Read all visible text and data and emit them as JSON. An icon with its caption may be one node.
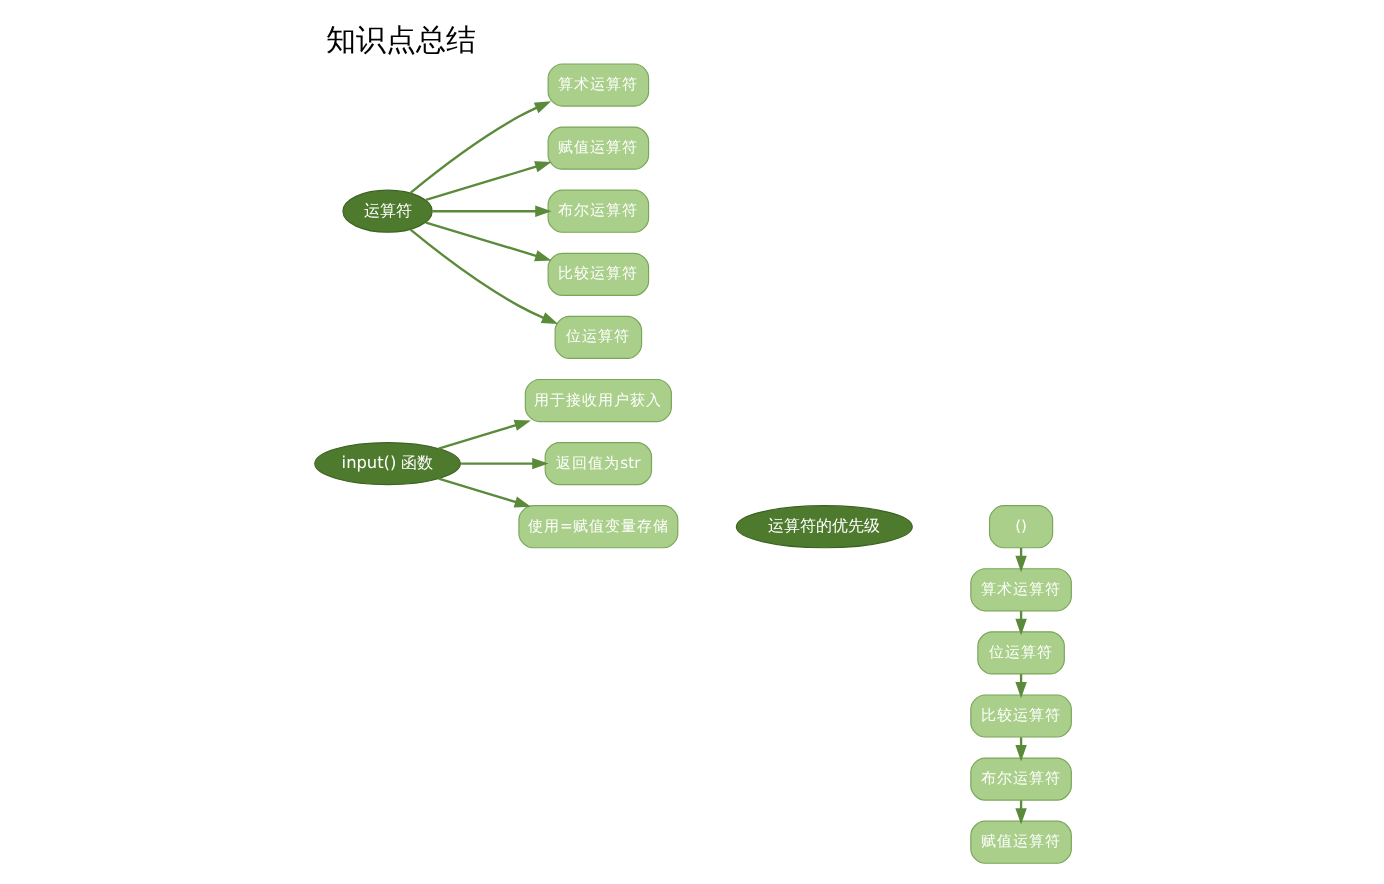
{
  "diagram": {
    "title": "知识点总结",
    "nodes": [
      {
        "text": [
          "input() 函数"
        ]
      },
      {
        "text": [
          "用于接收用户获入"
        ]
      },
      {
        "text": [
          "返回值为str"
        ]
      },
      {
        "text": [
          "使用=赋值变量存储"
        ]
      },
      {
        "text": [
          "运算符"
        ]
      },
      {
        "text": [
          "算术运算符"
        ]
      },
      {
        "text": [
          "赋值运算符"
        ]
      },
      {
        "text": [
          "布尔运算符"
        ]
      },
      {
        "text": [
          "比较运算符"
        ]
      },
      {
        "text": [
          "位运算符"
        ]
      },
      {
        "text": [
          "运算符的优先级"
        ]
      },
      {
        "text": [
          "()"
        ]
      },
      {
        "text": [
          "算术运算符"
        ]
      },
      {
        "text": [
          "位运算符"
        ]
      },
      {
        "text": [
          "比较运算符"
        ]
      },
      {
        "text": [
          "布尔运算符"
        ]
      },
      {
        "text": [
          "赋值运算符"
        ]
      }
    ],
    "edges": [
      {
        "from": 0,
        "to": 1,
        "arrow": "to"
      },
      {
        "from": 0,
        "to": 2,
        "arrow": "to"
      },
      {
        "from": 0,
        "to": 3,
        "arrow": "to"
      },
      {
        "from": 4,
        "to": 5,
        "arrow": "to"
      },
      {
        "from": 4,
        "to": 6,
        "arrow": "to"
      },
      {
        "from": 4,
        "to": 7,
        "arrow": "to"
      },
      {
        "from": 4,
        "to": 8,
        "arrow": "to"
      },
      {
        "from": 4,
        "to": 9,
        "arrow": "to"
      },
      {
        "from": 11,
        "to": 12,
        "arrow": "to"
      },
      {
        "from": 12,
        "to": 13,
        "arrow": "to"
      },
      {
        "from": 13,
        "to": 14,
        "arrow": "to"
      },
      {
        "from": 14,
        "to": 15,
        "arrow": "to"
      },
      {
        "from": 15,
        "to": 16,
        "arrow": "to"
      }
    ]
  }
}
